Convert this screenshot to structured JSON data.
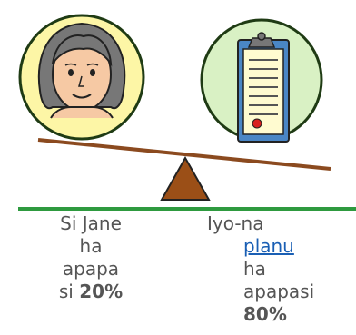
{
  "colors": {
    "accent_green": "#2e9a3f",
    "link_blue": "#1a5fb4",
    "circle_fill": "#fdf6a6",
    "circle_stroke": "#1f3b14",
    "beam": "#8b4a1f",
    "fulcrum": "#9b4f17",
    "text": "#555555"
  },
  "icons": {
    "left": "woman-face-icon",
    "right": "clipboard-document-icon"
  },
  "caption_left": {
    "line1": "Si Jane",
    "line2": "ha",
    "line3": "apapa",
    "line4_prefix": "si ",
    "line4_bold": "20%"
  },
  "caption_right": {
    "line1": "Iyo-na",
    "link": "planu",
    "line3": "ha",
    "line4": "apapasi",
    "line5_bold": "80%"
  }
}
